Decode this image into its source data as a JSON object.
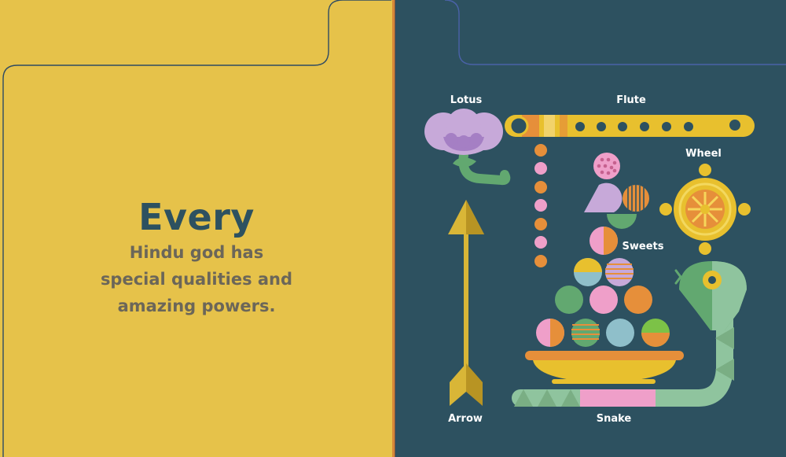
{
  "left_page": {
    "headline": "Every",
    "body_lines": [
      "Hindu god has",
      "special qualities and",
      "amazing powers."
    ]
  },
  "right_page": {
    "labels": {
      "lotus": "Lotus",
      "flute": "Flute",
      "wheel": "Wheel",
      "sweets": "Sweets",
      "arrow": "Arrow",
      "snake": "Snake"
    }
  },
  "colors": {
    "left_background": "#e6c24a",
    "right_background": "#2d5160",
    "headline": "#2d5160",
    "body_text": "#6b6659",
    "gold": "#e8c02e",
    "orange": "#e68f3a",
    "pink": "#ef9fc9",
    "green": "#62a870",
    "light_blue": "#8fbfca",
    "lavender": "#c7a9d9"
  },
  "icons": [
    "lotus-icon",
    "flute-icon",
    "wheel-icon",
    "sweets-icon",
    "arrow-icon",
    "snake-icon"
  ]
}
